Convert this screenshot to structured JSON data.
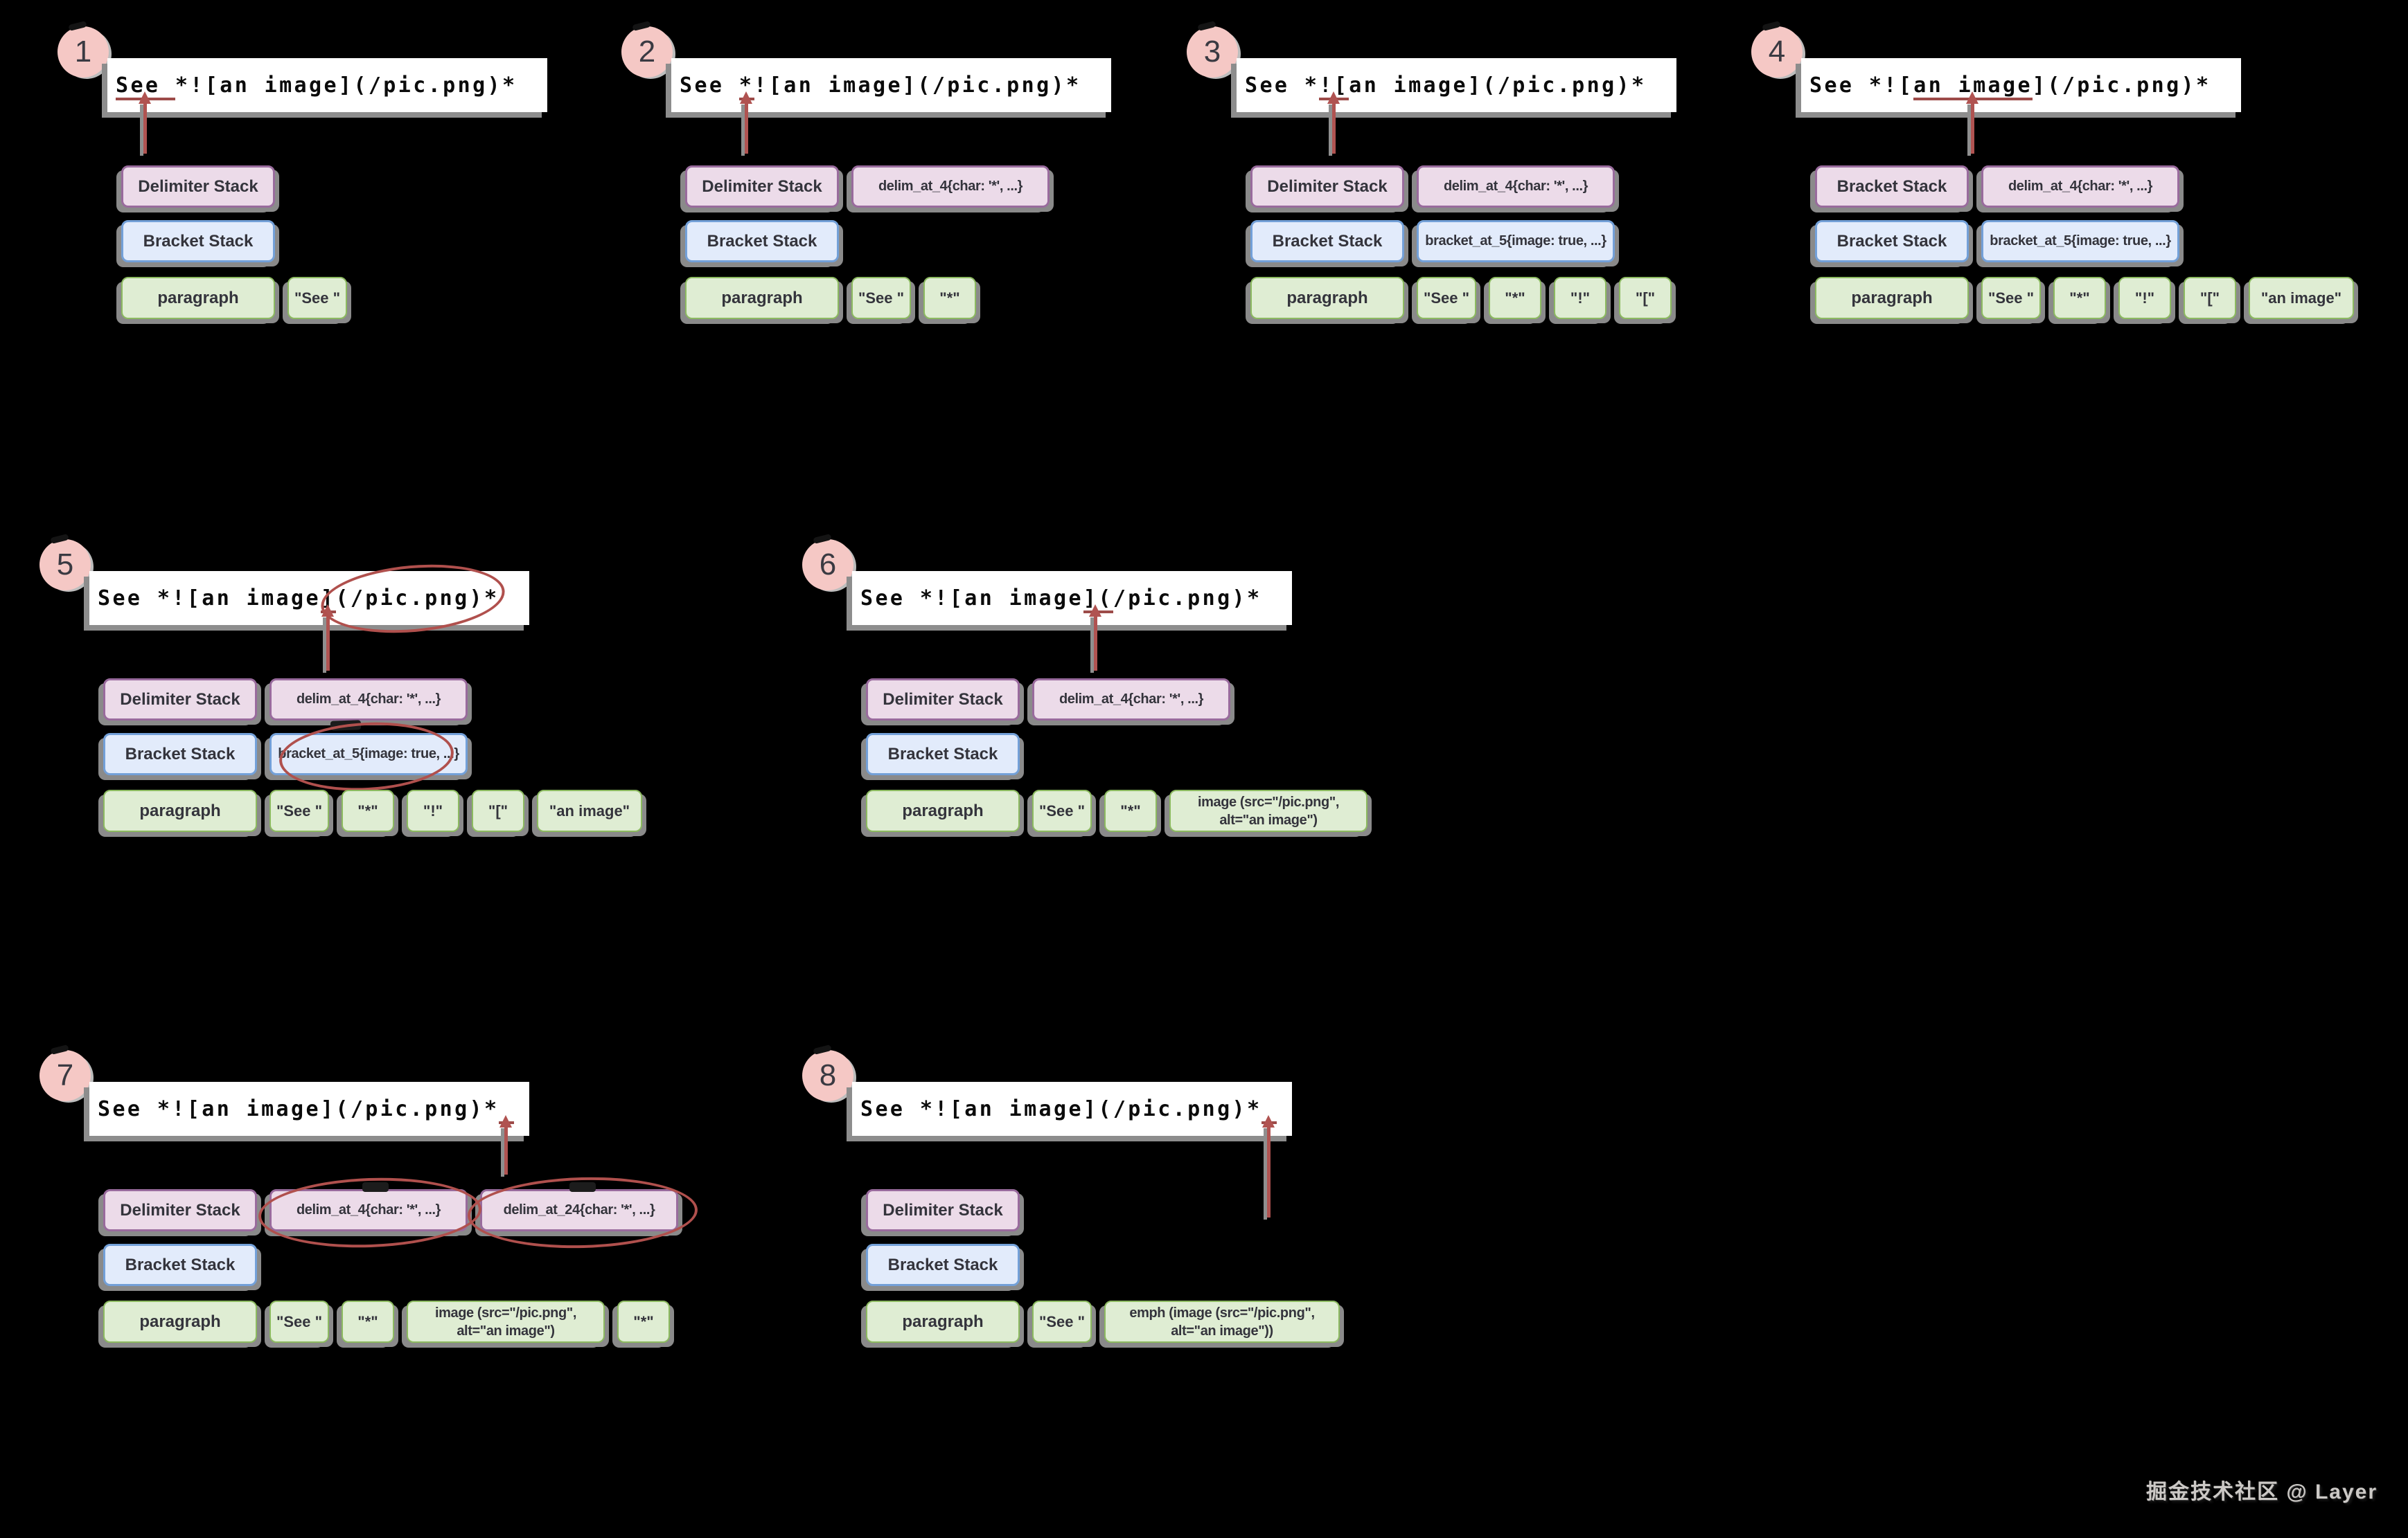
{
  "watermark": "掘金技术社区 @ Layer",
  "colors": {
    "background": "#000000",
    "accent_red": "#b0504d",
    "delimiter_fill": "#ecdbe9",
    "delimiter_border": "#996b9d",
    "bracket_fill": "#e2ebfb",
    "bracket_border": "#73a0d8",
    "paragraph_fill": "#dfedd3",
    "paragraph_border": "#8cba60",
    "badge_fill": "#f5c8c5"
  },
  "panels": [
    {
      "number": "1",
      "source": "See *![an image](/pic.png)*",
      "labels": {
        "delimiter": "Delimiter Stack",
        "bracket": "Bracket Stack",
        "paragraph": "paragraph"
      },
      "delimiter_items": [],
      "bracket_items": [],
      "paragraph_items": [
        "\"See \""
      ]
    },
    {
      "number": "2",
      "source": "See *![an image](/pic.png)*",
      "labels": {
        "delimiter": "Delimiter Stack",
        "bracket": "Bracket Stack",
        "paragraph": "paragraph"
      },
      "delimiter_items": [
        "delim_at_4{char: '*', ...}"
      ],
      "bracket_items": [],
      "paragraph_items": [
        "\"See \"",
        "\"*\""
      ]
    },
    {
      "number": "3",
      "source": "See *![an image](/pic.png)*",
      "labels": {
        "delimiter": "Delimiter Stack",
        "bracket": "Bracket Stack",
        "paragraph": "paragraph"
      },
      "delimiter_items": [
        "delim_at_4{char: '*', ...}"
      ],
      "bracket_items": [
        "bracket_at_5{image: true, ...}"
      ],
      "paragraph_items": [
        "\"See \"",
        "\"*\"",
        "\"!\"",
        "\"[\""
      ]
    },
    {
      "number": "4",
      "source": "See *![an image](/pic.png)*",
      "labels": {
        "delimiter": "Bracket Stack",
        "bracket": "Bracket Stack",
        "paragraph": "paragraph"
      },
      "delimiter_items": [
        "delim_at_4{char: '*', ...}"
      ],
      "bracket_items": [
        "bracket_at_5{image: true, ...}"
      ],
      "paragraph_items": [
        "\"See \"",
        "\"*\"",
        "\"!\"",
        "\"[\"",
        "\"an image\""
      ]
    },
    {
      "number": "5",
      "source": "See *![an image](/pic.png)*",
      "labels": {
        "delimiter": "Delimiter Stack",
        "bracket": "Bracket Stack",
        "paragraph": "paragraph"
      },
      "delimiter_items": [
        "delim_at_4{char: '*', ...}"
      ],
      "bracket_items": [
        "bracket_at_5{image: true, ...}"
      ],
      "paragraph_items": [
        "\"See \"",
        "\"*\"",
        "\"!\"",
        "\"[\"",
        "\"an image\""
      ]
    },
    {
      "number": "6",
      "source": "See *![an image](/pic.png)*",
      "labels": {
        "delimiter": "Delimiter Stack",
        "bracket": "Bracket Stack",
        "paragraph": "paragraph"
      },
      "delimiter_items": [
        "delim_at_4{char: '*', ...}"
      ],
      "bracket_items": [],
      "paragraph_items": [
        "\"See \"",
        "\"*\"",
        "image (src=\"/pic.png\",\nalt=\"an image\")"
      ]
    },
    {
      "number": "7",
      "source": "See *![an image](/pic.png)*",
      "labels": {
        "delimiter": "Delimiter Stack",
        "bracket": "Bracket Stack",
        "paragraph": "paragraph"
      },
      "delimiter_items": [
        "delim_at_4{char: '*', ...}",
        "delim_at_24{char: '*', ...}"
      ],
      "bracket_items": [],
      "paragraph_items": [
        "\"See \"",
        "\"*\"",
        "image (src=\"/pic.png\",\nalt=\"an image\")",
        "\"*\""
      ]
    },
    {
      "number": "8",
      "source": "See *![an image](/pic.png)*",
      "labels": {
        "delimiter": "Delimiter Stack",
        "bracket": "Bracket Stack",
        "paragraph": "paragraph"
      },
      "delimiter_items": [],
      "bracket_items": [],
      "paragraph_items": [
        "\"See \"",
        "emph (image (src=\"/pic.png\",\nalt=\"an image\"))"
      ]
    }
  ]
}
